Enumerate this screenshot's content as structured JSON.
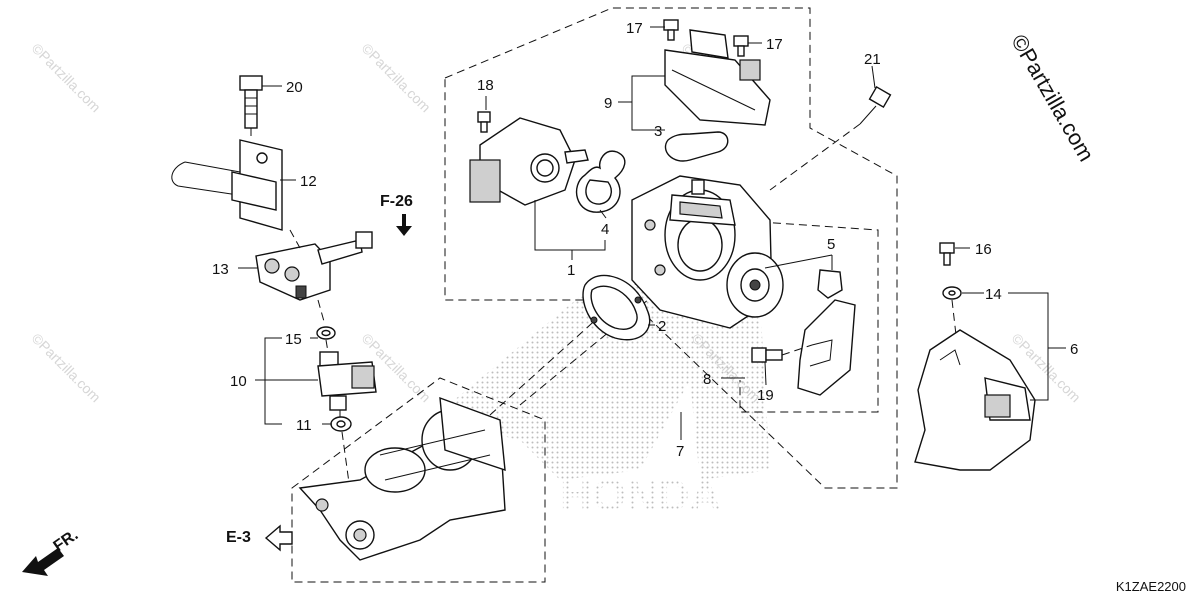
{
  "watermark": "©Partzilla.com",
  "copyright": "©Partzilla.com",
  "diagram_code": "K1ZAE2200",
  "brand_logo": "HONDA",
  "references": {
    "f26": "F-26",
    "e3": "E-3",
    "front": "FR."
  },
  "callouts": {
    "c1": "1",
    "c2": "2",
    "c3": "3",
    "c4": "4",
    "c5": "5",
    "c6": "6",
    "c7": "7",
    "c8": "8",
    "c9": "9",
    "c10": "10",
    "c11": "11",
    "c12": "12",
    "c13": "13",
    "c14": "14",
    "c15": "15",
    "c16": "16",
    "c17a": "17",
    "c17b": "17",
    "c18": "18",
    "c19": "19",
    "c20": "20",
    "c21": "21"
  }
}
